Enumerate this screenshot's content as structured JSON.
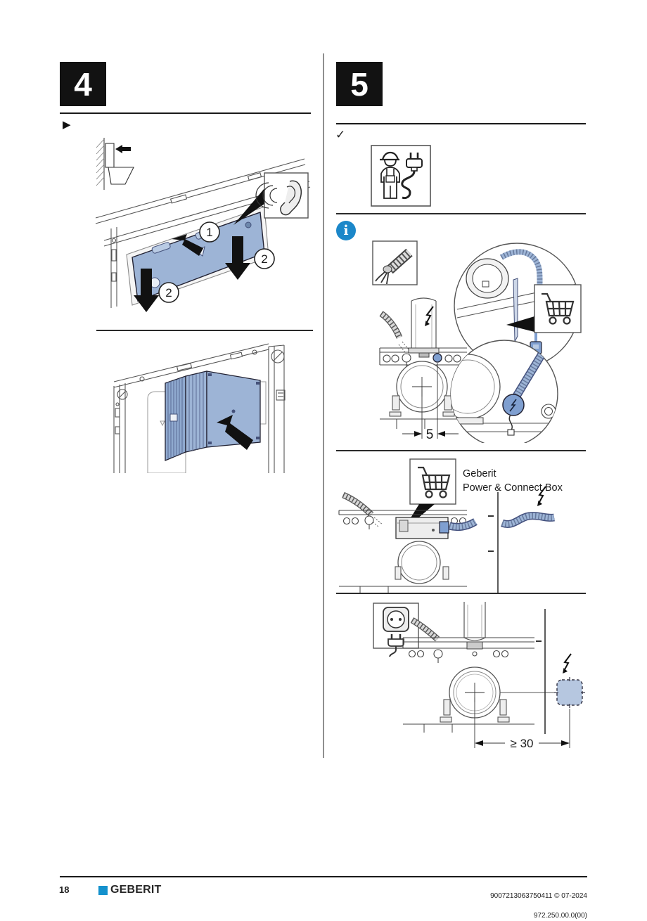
{
  "step4": {
    "number": "4",
    "bullet_marker": "▶",
    "fig_sound_check": {
      "callout1": "1",
      "callout2": "2"
    }
  },
  "step5": {
    "number": "5",
    "prerequisite_marker": "✓",
    "info_marker": "i",
    "fig_cable_routing": {
      "dimension": "5"
    },
    "fig_connect_box": {
      "label_line1": "Geberit",
      "label_line2": "Power & Connect Box"
    },
    "fig_socket": {
      "dimension": "≥ 30"
    }
  },
  "footer": {
    "page_number": "18",
    "brand": "GEBERIT",
    "doc_reference": "9007213063750411 © 07-2024",
    "doc_code": "972.250.00.0(00)"
  },
  "colors": {
    "brand_blue": "#1491cd",
    "info_blue": "#1b87c9",
    "part_blue": "#9db4d6",
    "part_blue_dark": "#7f9fd0",
    "line_dark": "#1a1a1a"
  },
  "icons": {
    "step4-bullet-icon": "black play triangle",
    "checkmark-icon": "prerequisite check",
    "info-icon": "blue circle with serif i",
    "ear-listen-icon": "ear with sound waves",
    "electrician-icon": "installer pictogram with hard hat",
    "power-plug-icon": "mains plug with cord",
    "conduit-cable-icon": "corrugated conduit with wires",
    "shopping-cart-icon": "order separately cart",
    "lightning-icon": "electrical supply flash arrow",
    "power-socket-icon": "socket outlet and plug",
    "insert-arrow-icon": "solid black direction arrow"
  }
}
